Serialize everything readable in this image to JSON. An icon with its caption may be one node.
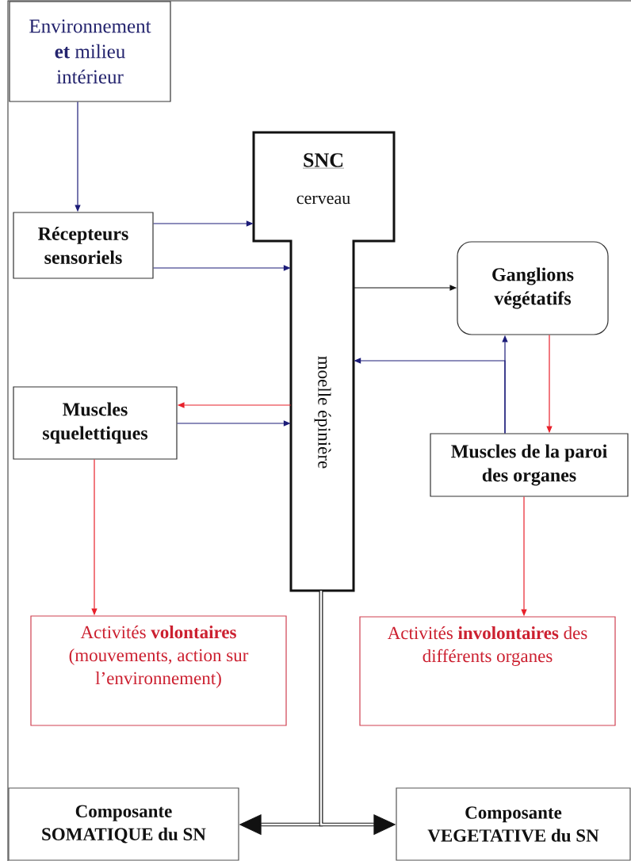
{
  "diagram": {
    "nodes": [
      {
        "text": [
          "Environnement **et** milieu intérieur"
        ]
      },
      {
        "text": [
          "Récepteurs sensoriels"
        ]
      },
      {
        "text": [
          "SNC",
          "cerveau",
          "moelle épinière"
        ]
      },
      {
        "text": [
          "Ganglions végétatifs"
        ]
      },
      {
        "text": [
          "Muscles squelettiques"
        ]
      },
      {
        "text": [
          "Muscles de la paroi des organes"
        ]
      },
      {
        "text": [
          "Activités **volontaires** (mouvements, action sur l’environnement)"
        ]
      },
      {
        "text": [
          "Activités **involontaires** des différents organes"
        ]
      },
      {
        "text": [
          "Composante SOMATIQUE du SN"
        ]
      },
      {
        "text": [
          "Composante VEGETATIVE du SN"
        ]
      }
    ],
    "edges": [
      {
        "from": 0,
        "to": 1,
        "arrow": "to"
      },
      {
        "from": 1,
        "to": 2,
        "arrow": "to"
      },
      {
        "from": 1,
        "to": 2,
        "arrow": "to"
      },
      {
        "from": 2,
        "to": 3,
        "arrow": "to",
        "color": "#111111"
      },
      {
        "from": 5,
        "to": 3,
        "arrow": "to"
      },
      {
        "from": 5,
        "to": 2,
        "arrow": "to"
      },
      {
        "from": 2,
        "to": 4,
        "arrow": "to",
        "color": "#e8202a"
      },
      {
        "from": 4,
        "to": 2,
        "arrow": "to"
      },
      {
        "from": 3,
        "to": 5,
        "arrow": "to",
        "color": "#e8202a"
      },
      {
        "from": 4,
        "to": 6,
        "arrow": "to",
        "color": "#e8202a"
      },
      {
        "from": 5,
        "to": 7,
        "arrow": "to",
        "color": "#e8202a"
      },
      {
        "from": 2,
        "to": 8,
        "arrow": "to",
        "style": "thick",
        "color": "#111111"
      },
      {
        "from": 2,
        "to": 9,
        "arrow": "to",
        "style": "thick",
        "color": "#111111"
      }
    ]
  }
}
